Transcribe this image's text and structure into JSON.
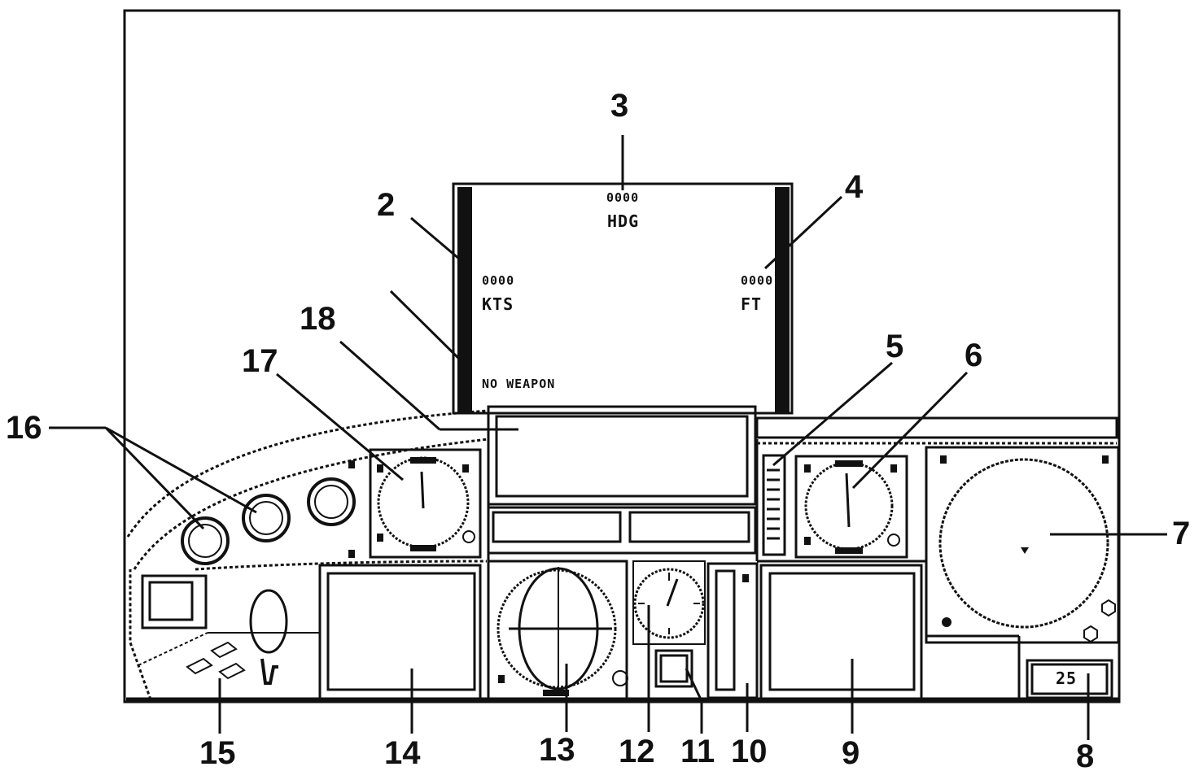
{
  "hud": {
    "heading_value": "0000",
    "heading_unit": "HDG",
    "speed_value": "0000",
    "speed_unit": "KTS",
    "altitude_value": "0000",
    "altitude_unit": "FT",
    "weapon_status": "NO WEAPON"
  },
  "panel": {
    "indicator_8_value": "25"
  },
  "callouts": {
    "c2": "2",
    "c3": "3",
    "c4": "4",
    "c5": "5",
    "c6": "6",
    "c7": "7",
    "c8": "8",
    "c9": "9",
    "c10": "10",
    "c11": "11",
    "c12": "12",
    "c13": "13",
    "c14": "14",
    "c15": "15",
    "c16": "16",
    "c17": "17",
    "c18": "18"
  },
  "colors": {
    "ink": "#111111",
    "paper": "#ffffff"
  }
}
